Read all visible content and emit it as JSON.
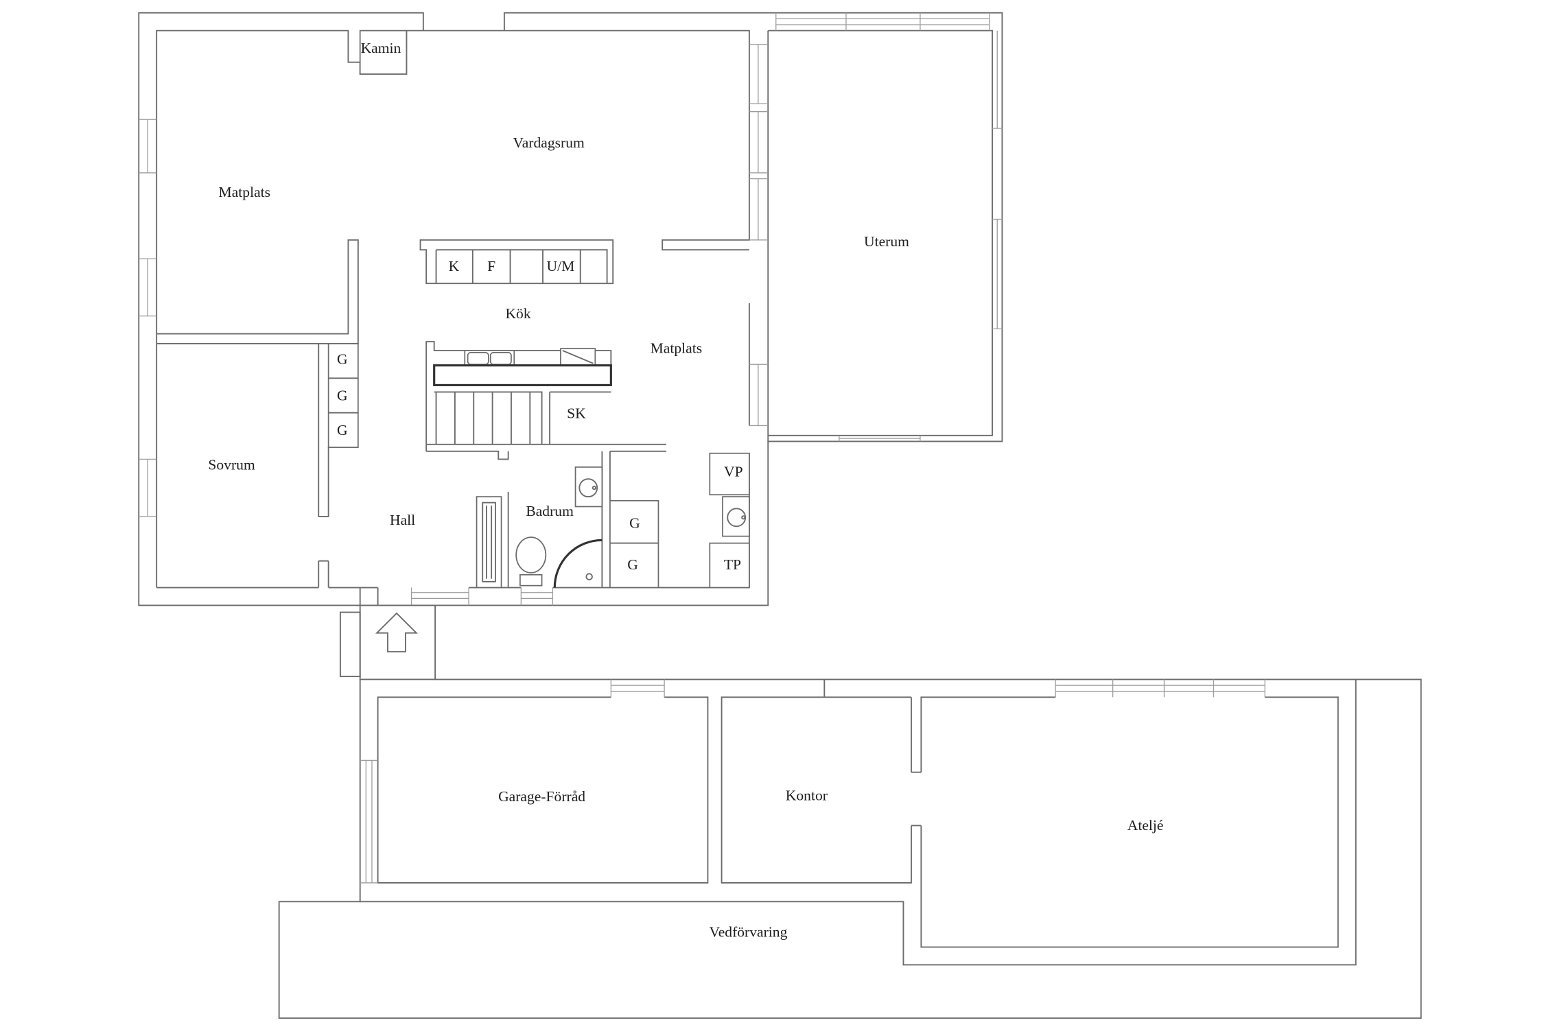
{
  "floor_plan": {
    "main_house": {
      "rooms": {
        "kamin": "Kamin",
        "vardagsrum": "Vardagsrum",
        "matplats_west": "Matplats",
        "uterum": "Uterum",
        "kok": "Kök",
        "matplats_east": "Matplats",
        "sovrum": "Sovrum",
        "hall": "Hall",
        "badrum": "Badrum"
      },
      "fixtures": {
        "k": "K",
        "f": "F",
        "u_m": "U/M",
        "sk": "SK",
        "vp": "VP",
        "tp": "TP",
        "closets_sovrum": [
          "G",
          "G",
          "G"
        ],
        "closets_hall": [
          "G",
          "G"
        ]
      }
    },
    "annex": {
      "rooms": {
        "garage_forrad": "Garage-Förråd",
        "kontor": "Kontor",
        "atelje": "Ateljé",
        "vedforvaring": "Vedförvaring"
      }
    },
    "colors": {
      "background": "#ffffff",
      "wall": "#6b6b6b",
      "glass": "#9b9b9b",
      "dark": "#333333",
      "label": "#1e1e1e"
    }
  }
}
